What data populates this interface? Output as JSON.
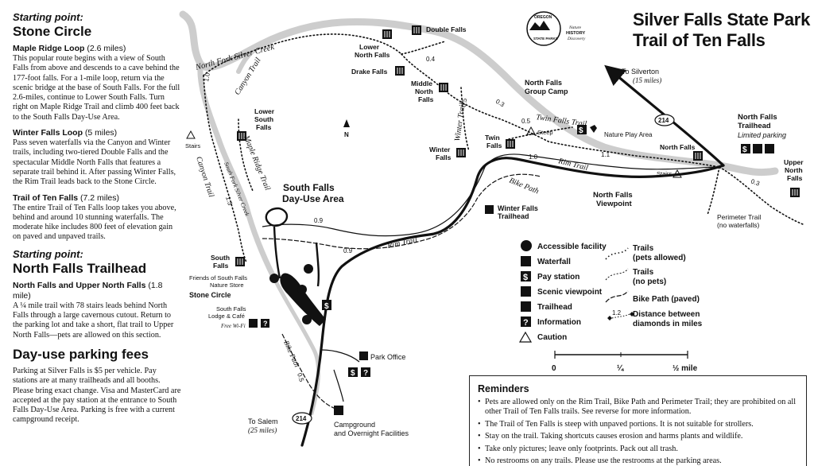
{
  "title": {
    "line1": "Silver Falls State Park",
    "line2": "Trail of Ten Falls"
  },
  "logo": {
    "ring_text": "OREGON",
    "inner_text": "STATE PARKS",
    "brand_line1": "Nature",
    "brand_line2": "HISTORY",
    "brand_line3": "Discovery"
  },
  "left": {
    "stone_circle": {
      "starting_label": "Starting point:",
      "heading": "Stone Circle",
      "routes": [
        {
          "name": "Maple Ridge Loop",
          "length": "(2.6 miles)",
          "text": "This popular route begins with a view of South Falls from above and descends to a cave behind the 177-foot falls. For a 1-mile loop, return via the scenic bridge at the base of South Falls. For the full 2.6-miles, continue to Lower South Falls. Turn right on Maple Ridge Trail and climb 400 feet back to the South Falls Day-Use Area."
        },
        {
          "name": "Winter Falls Loop",
          "length": "(5 miles)",
          "text": "Pass seven waterfalls via the Canyon and Winter trails, including two-tiered Double Falls and the spectacular Middle North Falls that features a separate trail behind it. After passing Winter Falls, the Rim Trail leads back to the Stone Circle."
        },
        {
          "name": "Trail of Ten Falls",
          "length": "(7.2 miles)",
          "text": "The entire Trail of Ten Falls loop takes you above, behind and around 10 stunning waterfalls. The moderate hike includes 800 feet of elevation gain on paved and unpaved trails."
        }
      ]
    },
    "north_falls": {
      "starting_label": "Starting point:",
      "heading": "North Falls Trailhead",
      "routes": [
        {
          "name": "North Falls and Upper North Falls",
          "length": "(1.8 mile)",
          "text": "A ¼ mile trail with 78 stairs leads behind North Falls through a large cavernous cutout. Return to the parking lot and take a short, flat trail to Upper North Falls—pets are allowed on this section."
        }
      ]
    },
    "fees": {
      "heading": "Day-use parking fees",
      "text": "Parking at Silver Falls is $5 per vehicle. Pay stations are at many trailheads and all booths. Please bring exact change. Visa and MasterCard are accepted at the pay station at the entrance to South Falls Day-Use Area. Parking is free with a current campground receipt."
    }
  },
  "map": {
    "creek_north": "North Fork Silver Creek",
    "creek_south": "South Fork Silver Creek",
    "trails": {
      "canyon_upper": "Canyon Trail",
      "canyon_lower": "Canyon Trail",
      "maple_ridge": "Maple Ridge Trail",
      "winter": "Winter Trail",
      "twin_falls": "Twin Falls Trail",
      "rim_west": "Rim Trail",
      "rim_east": "Rim Trail",
      "bike_path_west": "Bike Path",
      "bike_path_south": "Bike Path"
    },
    "falls": {
      "double": "Double Falls",
      "lower_north": [
        "Lower",
        "North Falls"
      ],
      "drake": "Drake Falls",
      "middle_north": [
        "Middle",
        "North",
        "Falls"
      ],
      "twin": [
        "Twin",
        "Falls"
      ],
      "winter": [
        "Winter",
        "Falls"
      ],
      "north": "North Falls",
      "upper_north": [
        "Upper",
        "North",
        "Falls"
      ],
      "lower_south": [
        "Lower",
        "South",
        "Falls"
      ],
      "south": [
        "South",
        "Falls"
      ]
    },
    "places": {
      "group_camp": [
        "North Falls",
        "Group Camp"
      ],
      "nature_play": "Nature Play Area",
      "north_trailhead": [
        "North Falls",
        "Trailhead"
      ],
      "limited_parking": "Limited parking",
      "viewpoint": [
        "North Falls",
        "Viewpoint"
      ],
      "winter_trailhead": [
        "Winter Falls",
        "Trailhead"
      ],
      "south_day_use": [
        "South Falls",
        "Day-Use Area"
      ],
      "friends_store": [
        "Friends of South Falls",
        "Nature Store"
      ],
      "stone_circle": "Stone Circle",
      "lodge": [
        "South Falls",
        "Lodge & Café"
      ],
      "wifi": "Free Wi-Fi",
      "park_office": "Park Office",
      "campground": [
        "Campground",
        "and Overnight Facilities"
      ],
      "perimeter": [
        "Perimeter Trail",
        "(no waterfalls)"
      ],
      "to_silverton": "To Silverton",
      "silverton_dist": "(15 miles)",
      "to_salem": "To Salem",
      "salem_dist": "(25 miles)",
      "highway": "214",
      "stairs": "Stairs",
      "steep": "Steep"
    },
    "distances": [
      "1.0",
      "1.3",
      "0.4",
      "0.5",
      "0.3",
      "0.5",
      "1.0",
      "1.1",
      "0.3",
      "0.9",
      "0.9",
      "0.5"
    ]
  },
  "legend": {
    "items": [
      "Accessible facility",
      "Waterfall",
      "Pay station",
      "Scenic viewpoint",
      "Trailhead",
      "Information",
      "Caution"
    ],
    "lines": [
      [
        "Trails",
        "(pets allowed)"
      ],
      [
        "Trails",
        "(no pets)"
      ],
      [
        "Bike Path (paved)"
      ],
      [
        "Distance between",
        "diamonds in miles"
      ]
    ],
    "diamond_sample": "1.2",
    "scale": [
      "0",
      "¼",
      "½ mile"
    ]
  },
  "reminders": {
    "heading": "Reminders",
    "items": [
      "Pets are allowed only on the Rim Trail, Bike Path and Perimeter Trail; they are prohibited on all other Trail of Ten Falls trails. See reverse for more information.",
      "The Trail of Ten Falls is steep with unpaved portions. It is not suitable for strollers.",
      "Stay on the trail. Taking shortcuts causes erosion and harms plants and wildlife.",
      "Take only pictures; leave only footprints. Pack out all trash.",
      "No restrooms on any trails. Please use the restrooms at the parking areas."
    ]
  },
  "colors": {
    "creek": "#cfcfcf",
    "road": "#111111",
    "ink": "#111111"
  }
}
